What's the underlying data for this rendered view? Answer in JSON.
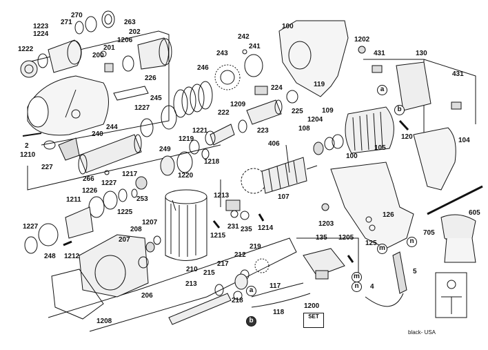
{
  "diagram": {
    "part_labels": [
      "1223",
      "1224",
      "271",
      "270",
      "263",
      "1222",
      "201",
      "202",
      "200",
      "1206",
      "242",
      "241",
      "243",
      "246",
      "100",
      "1202",
      "431",
      "130",
      "431",
      "226",
      "224",
      "119",
      "245",
      "1227",
      "222",
      "1209",
      "225",
      "223",
      "109",
      "2",
      "1210",
      "227",
      "244",
      "1221",
      "1219",
      "1204",
      "108",
      "105",
      "120",
      "104",
      "240",
      "266",
      "249",
      "1220",
      "1218",
      "406",
      "100",
      "1217",
      "1227",
      "1226",
      "1211",
      "253",
      "1213",
      "107",
      "1225",
      "231",
      "235",
      "1214",
      "1227",
      "208",
      "1207",
      "1215",
      "1203",
      "126",
      "125",
      "605",
      "705",
      "207",
      "248",
      "1212",
      "135",
      "1205",
      "219",
      "210",
      "5",
      "212",
      "217",
      "215",
      "213",
      "117",
      "218",
      "206",
      "4",
      "118",
      "1208",
      "1200"
    ],
    "callouts": [
      "a",
      "b",
      "b",
      "a",
      "m",
      "n",
      "n",
      "m"
    ],
    "set_box": "SET",
    "usa_note": "black- USA"
  },
  "colors": {
    "line": "#111111",
    "fill": "#ffffff",
    "shade": "#555555"
  }
}
